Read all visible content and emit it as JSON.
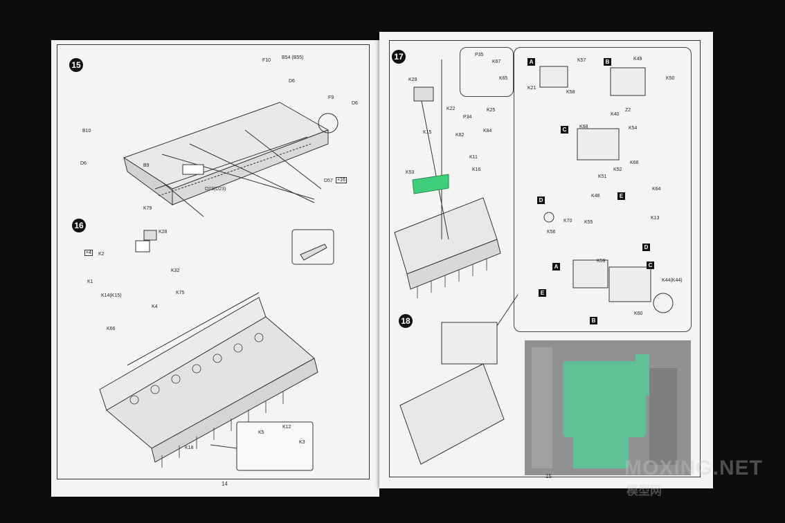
{
  "left_page": {
    "page_number": "14",
    "steps": [
      {
        "number": "15"
      },
      {
        "number": "16"
      }
    ],
    "labels_step15": [
      "F10",
      "B54 (B55)",
      "D6",
      "F9",
      "D6",
      "B10",
      "D6",
      "B9",
      "D23(D23)",
      "D57"
    ],
    "multiplier_15": "×16",
    "labels_step16": [
      "K79",
      "K28",
      "K2",
      "K1",
      "K32",
      "K75",
      "K14(K15)",
      "K4",
      "K66",
      "K5",
      "K12",
      "K3",
      "K18"
    ],
    "multiplier_16": "×4"
  },
  "right_page": {
    "page_number": "15",
    "steps": [
      {
        "number": "17"
      },
      {
        "number": "18"
      }
    ],
    "labels_step17": [
      "P35",
      "K67",
      "K65",
      "K29",
      "K22",
      "P34",
      "K25",
      "K15",
      "K82",
      "K84",
      "K11",
      "K16",
      "K53"
    ],
    "labels_sub": [
      "K57",
      "K21",
      "K58",
      "K49",
      "K50",
      "K40",
      "Z2",
      "K68",
      "K54",
      "K52",
      "K68",
      "K51",
      "K48",
      "K64",
      "K70",
      "K55",
      "K13",
      "K56",
      "K59",
      "K44(K44)",
      "K60"
    ],
    "sub_letters": [
      "A",
      "B",
      "C",
      "D",
      "E",
      "D",
      "A",
      "C",
      "E",
      "B"
    ]
  },
  "watermark": {
    "text": "MOXING.NET",
    "subtext": "模型网"
  },
  "colors": {
    "background": "#0d0d0d",
    "paper": "#f4f4f2",
    "highlight_green": "#3fcf7a",
    "render_gray": "#8f9193",
    "render_green": "#5fbf95"
  }
}
